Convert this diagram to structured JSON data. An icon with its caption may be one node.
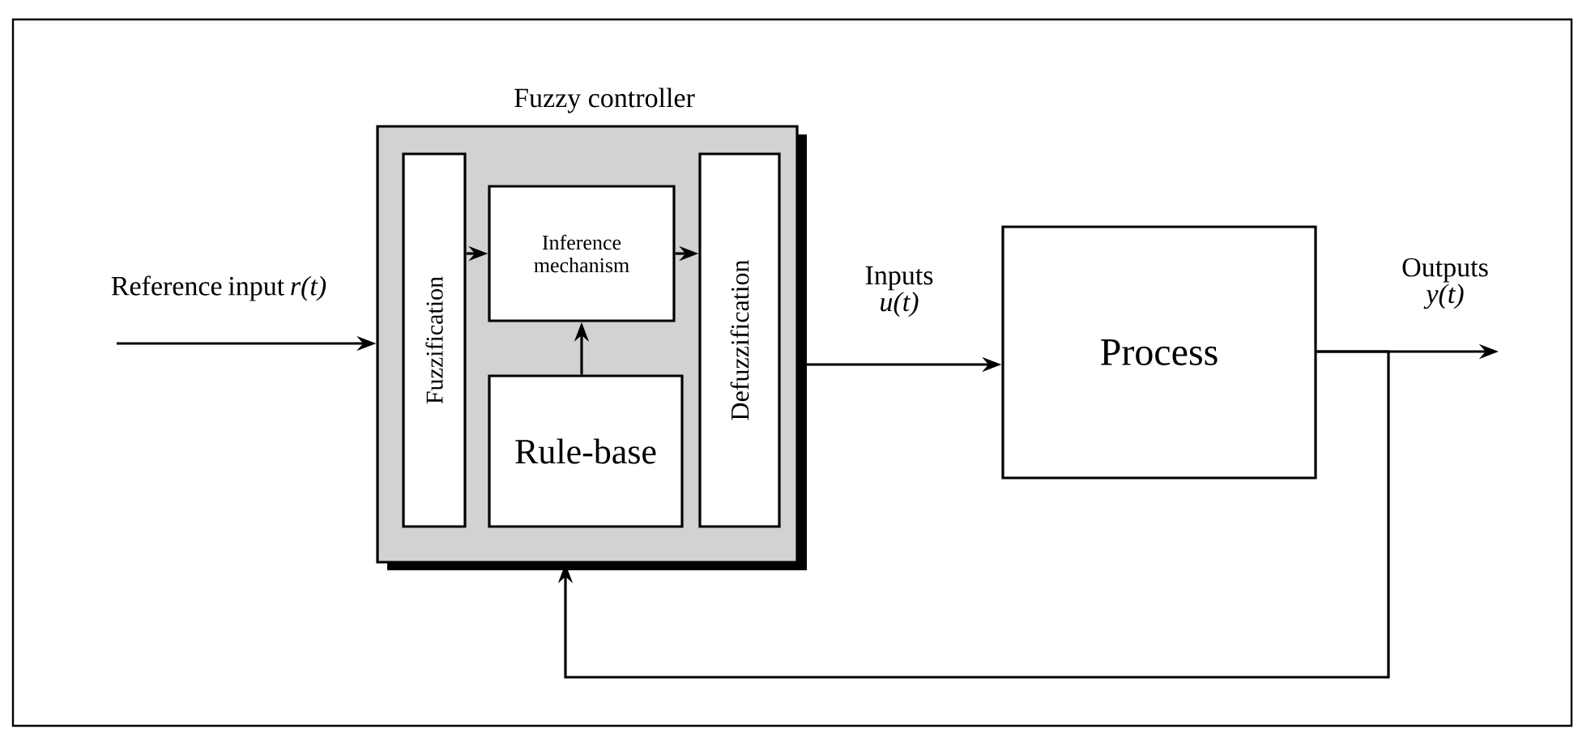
{
  "diagram": {
    "nodes": [
      {
        "text": [
          "Fuzzy controller"
        ]
      },
      {
        "text": [
          "Fuzzification"
        ],
        "in": 0
      },
      {
        "text": [
          "Inference mechanism"
        ],
        "in": 0
      },
      {
        "text": [
          "Rule-base"
        ],
        "in": 0
      },
      {
        "text": [
          "Defuzzification"
        ],
        "in": 0
      },
      {
        "text": [
          "Process"
        ]
      }
    ],
    "edges": [
      {
        "from": null,
        "to": 0,
        "arrow": "to",
        "label": "Reference input *r(t)*"
      },
      {
        "from": 1,
        "to": 2,
        "arrow": "to"
      },
      {
        "from": 2,
        "to": 4,
        "arrow": "to"
      },
      {
        "from": 3,
        "to": 2,
        "arrow": "to"
      },
      {
        "from": 0,
        "to": 5,
        "arrow": "to",
        "label": "Inputs *u(t)*"
      },
      {
        "from": 5,
        "to": null,
        "arrow": "to",
        "label": "Outputs *y(t)*"
      },
      {
        "from": 5,
        "to": 0,
        "arrow": "to"
      }
    ]
  }
}
